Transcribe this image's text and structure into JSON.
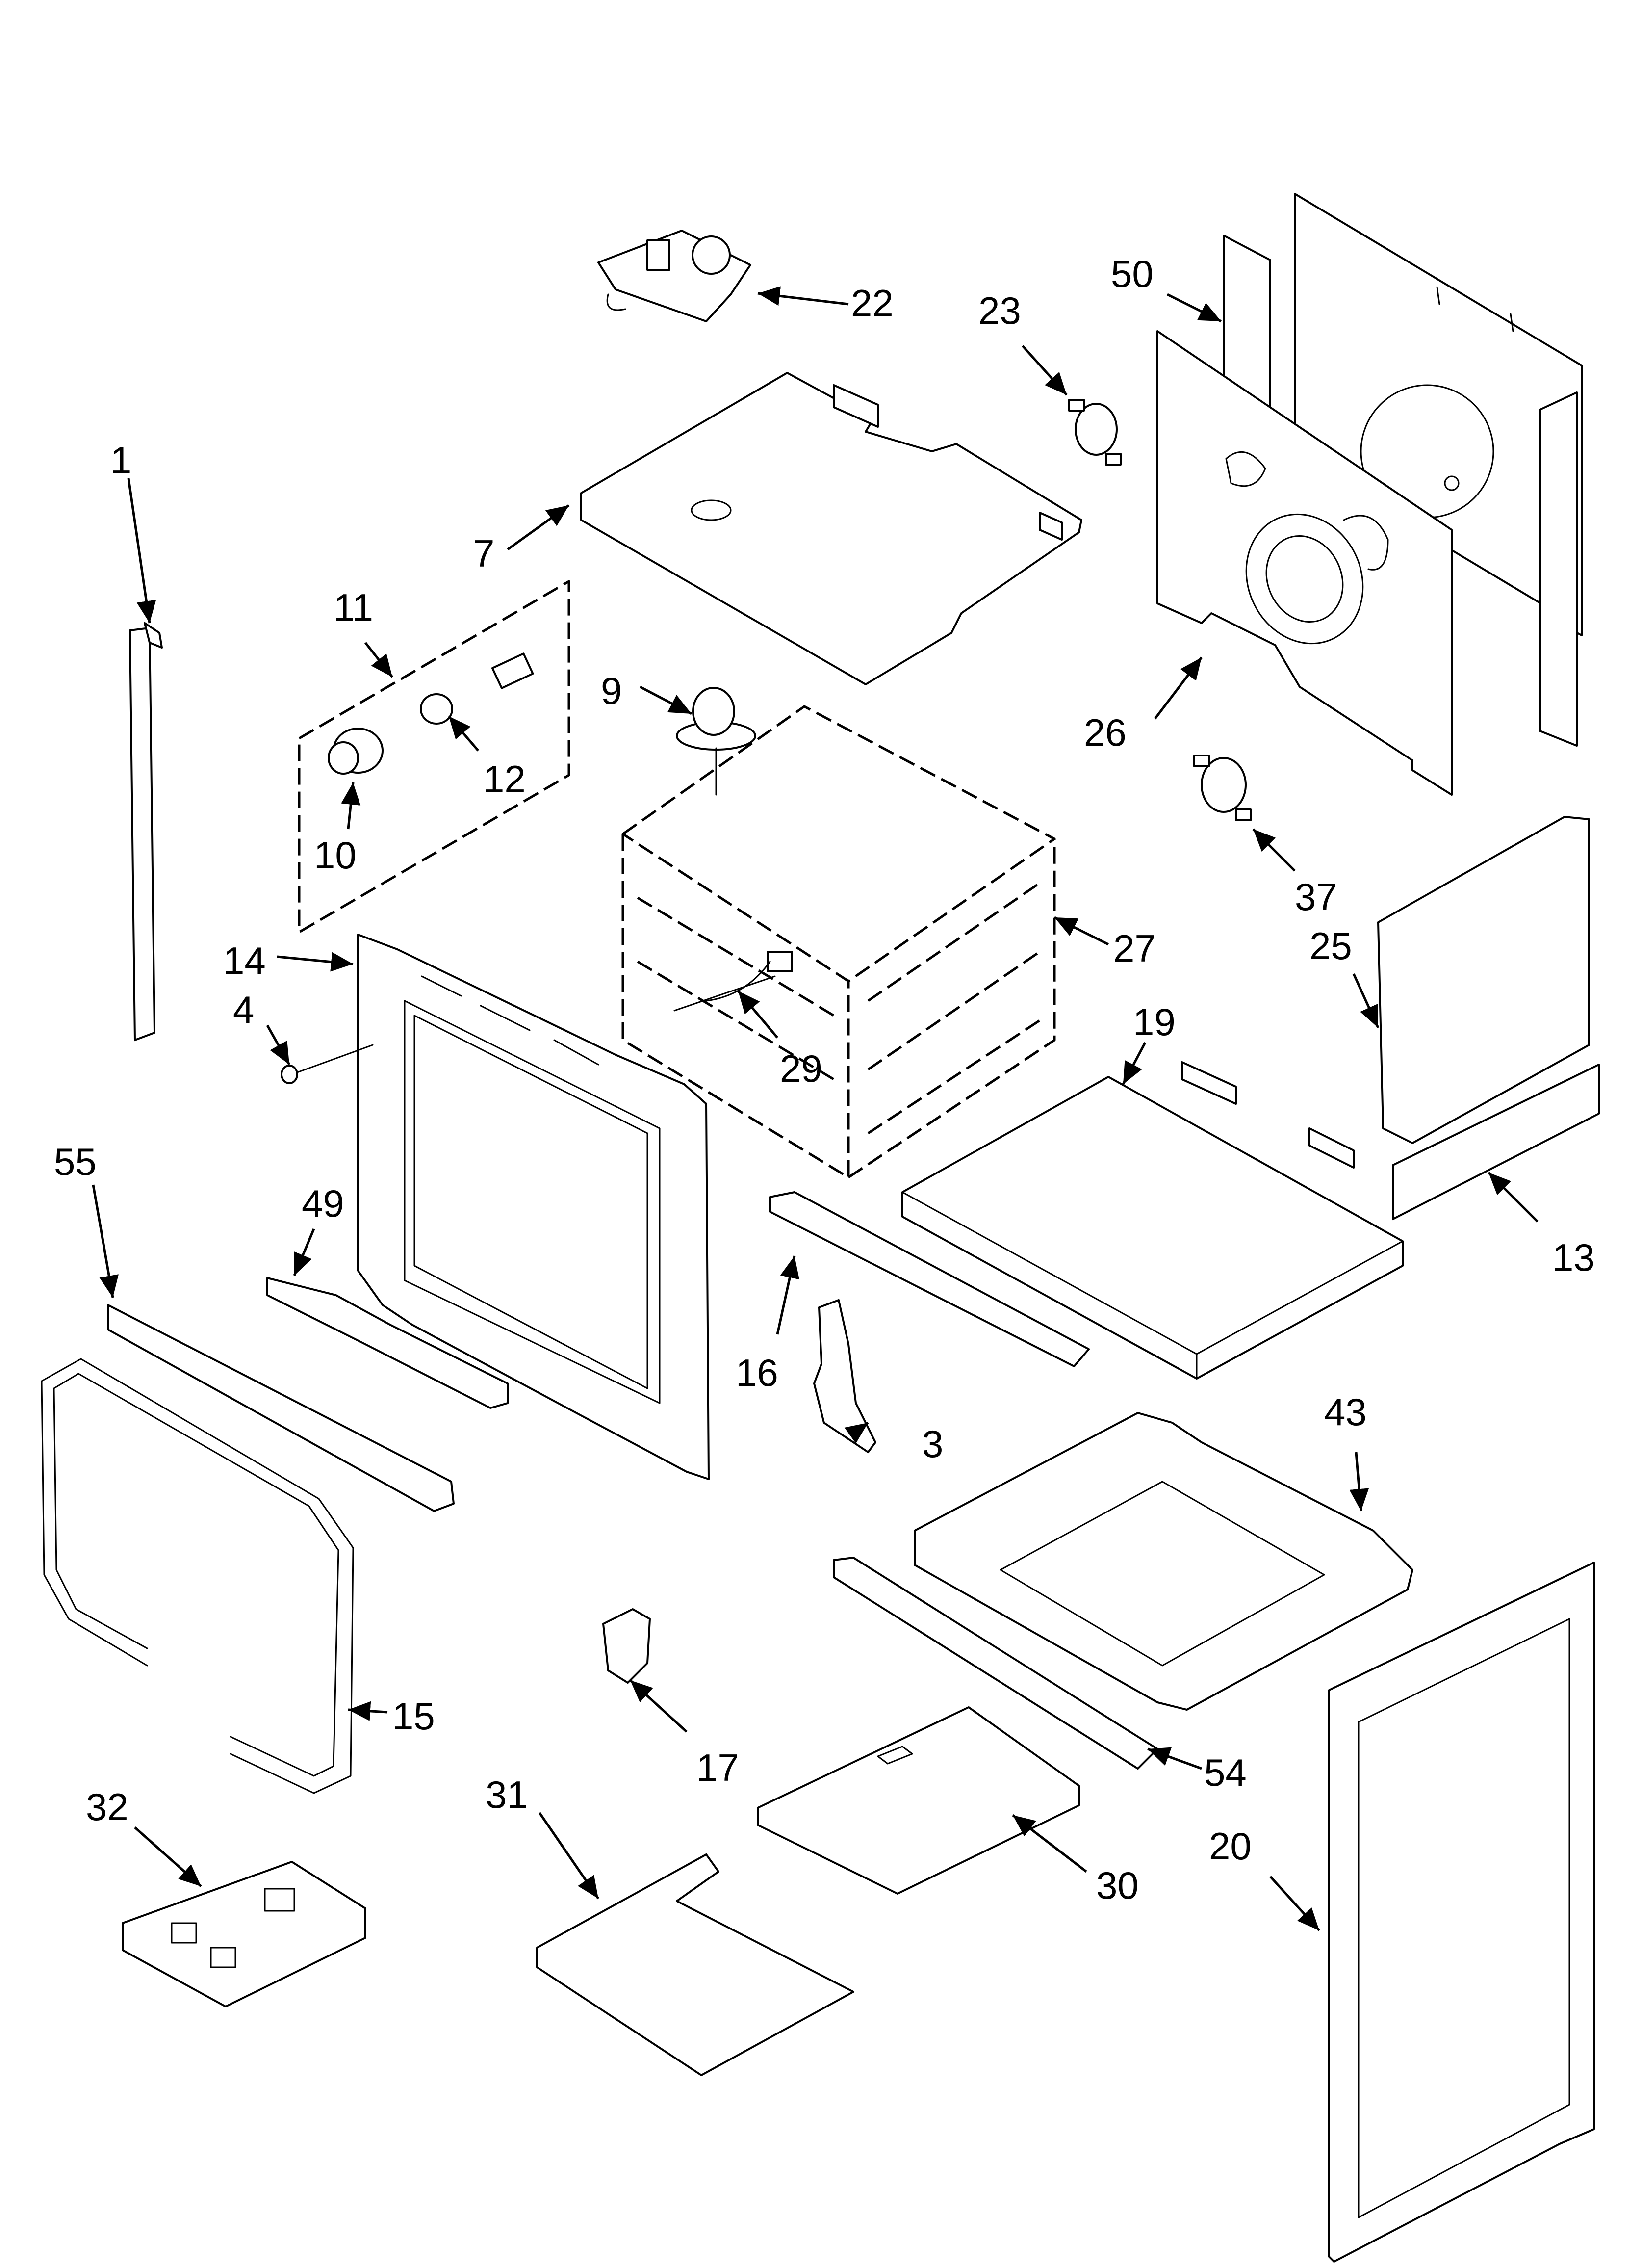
{
  "callouts": [
    {
      "id": "1",
      "text": "1"
    },
    {
      "id": "3",
      "text": "3"
    },
    {
      "id": "4",
      "text": "4"
    },
    {
      "id": "7",
      "text": "7"
    },
    {
      "id": "9",
      "text": "9"
    },
    {
      "id": "10",
      "text": "10"
    },
    {
      "id": "11",
      "text": "11"
    },
    {
      "id": "12",
      "text": "12"
    },
    {
      "id": "13",
      "text": "13"
    },
    {
      "id": "14",
      "text": "14"
    },
    {
      "id": "15",
      "text": "15"
    },
    {
      "id": "16",
      "text": "16"
    },
    {
      "id": "17",
      "text": "17"
    },
    {
      "id": "19",
      "text": "19"
    },
    {
      "id": "20",
      "text": "20"
    },
    {
      "id": "22",
      "text": "22"
    },
    {
      "id": "23",
      "text": "23"
    },
    {
      "id": "25",
      "text": "25"
    },
    {
      "id": "26",
      "text": "26"
    },
    {
      "id": "27",
      "text": "27"
    },
    {
      "id": "29",
      "text": "29"
    },
    {
      "id": "30",
      "text": "30"
    },
    {
      "id": "31",
      "text": "31"
    },
    {
      "id": "32",
      "text": "32"
    },
    {
      "id": "37",
      "text": "37"
    },
    {
      "id": "43",
      "text": "43"
    },
    {
      "id": "49",
      "text": "49"
    },
    {
      "id": "50",
      "text": "50"
    },
    {
      "id": "54",
      "text": "54"
    },
    {
      "id": "55",
      "text": "55"
    }
  ]
}
